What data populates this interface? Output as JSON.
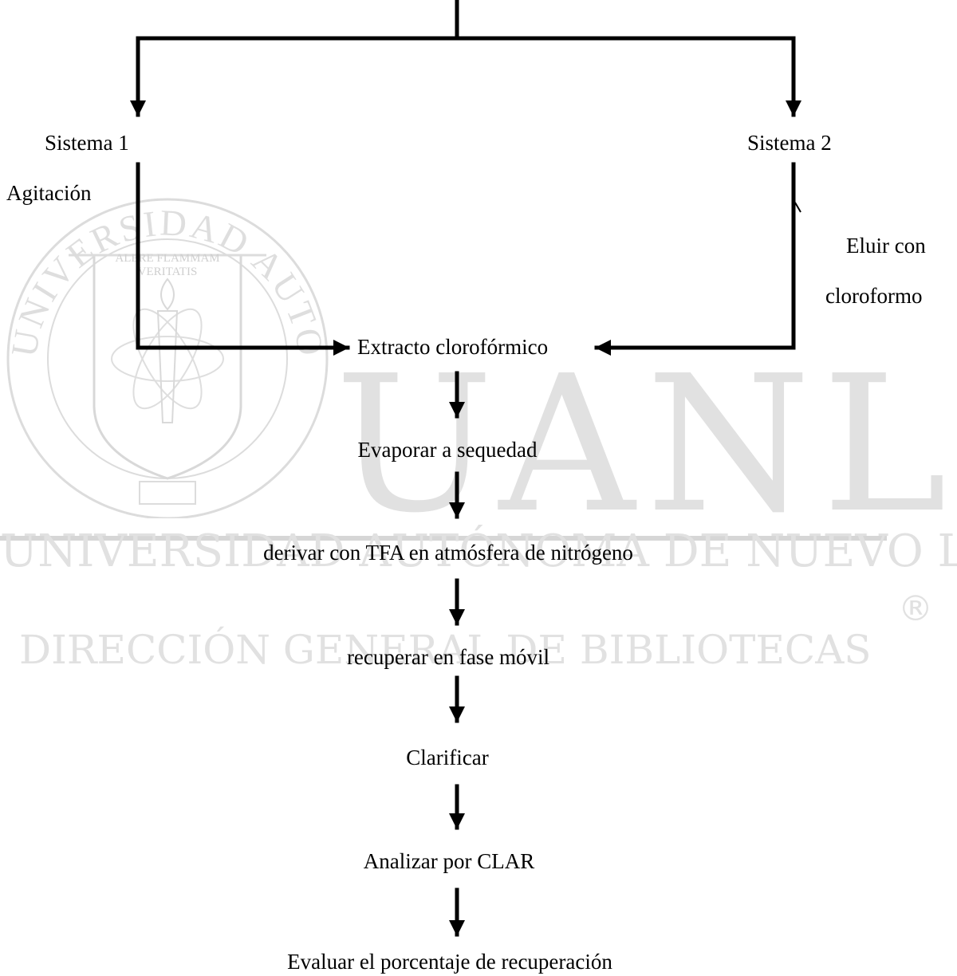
{
  "watermark": {
    "acronym": "UANL",
    "university": "UNIVERSIDAD AUTÓNOMA DE NUEVO LEÓN",
    "direction": "DIRECCIÓN GENERAL DE BIBLIOTECAS",
    "registered": "®",
    "seal_ring_text": "UNIVERSIDAD AUTONOMA DE NUEVO LEON",
    "seal_motto": [
      "ALERE FLAMMAM",
      "VERITATIS"
    ]
  },
  "flowchart": {
    "system1": "Sistema 1",
    "system2": "Sistema 2",
    "system1_step": "Agitación",
    "system2_step": [
      "Eluir con",
      "cloroformo"
    ],
    "merge": "Extracto clorofórmico",
    "steps": [
      "Evaporar a sequedad",
      "derivar con TFA en atmósfera de nitrógeno",
      "recuperar en fase móvil",
      "Clarificar",
      "Analizar por CLAR",
      "Evaluar el porcentaje de recuperación"
    ]
  }
}
